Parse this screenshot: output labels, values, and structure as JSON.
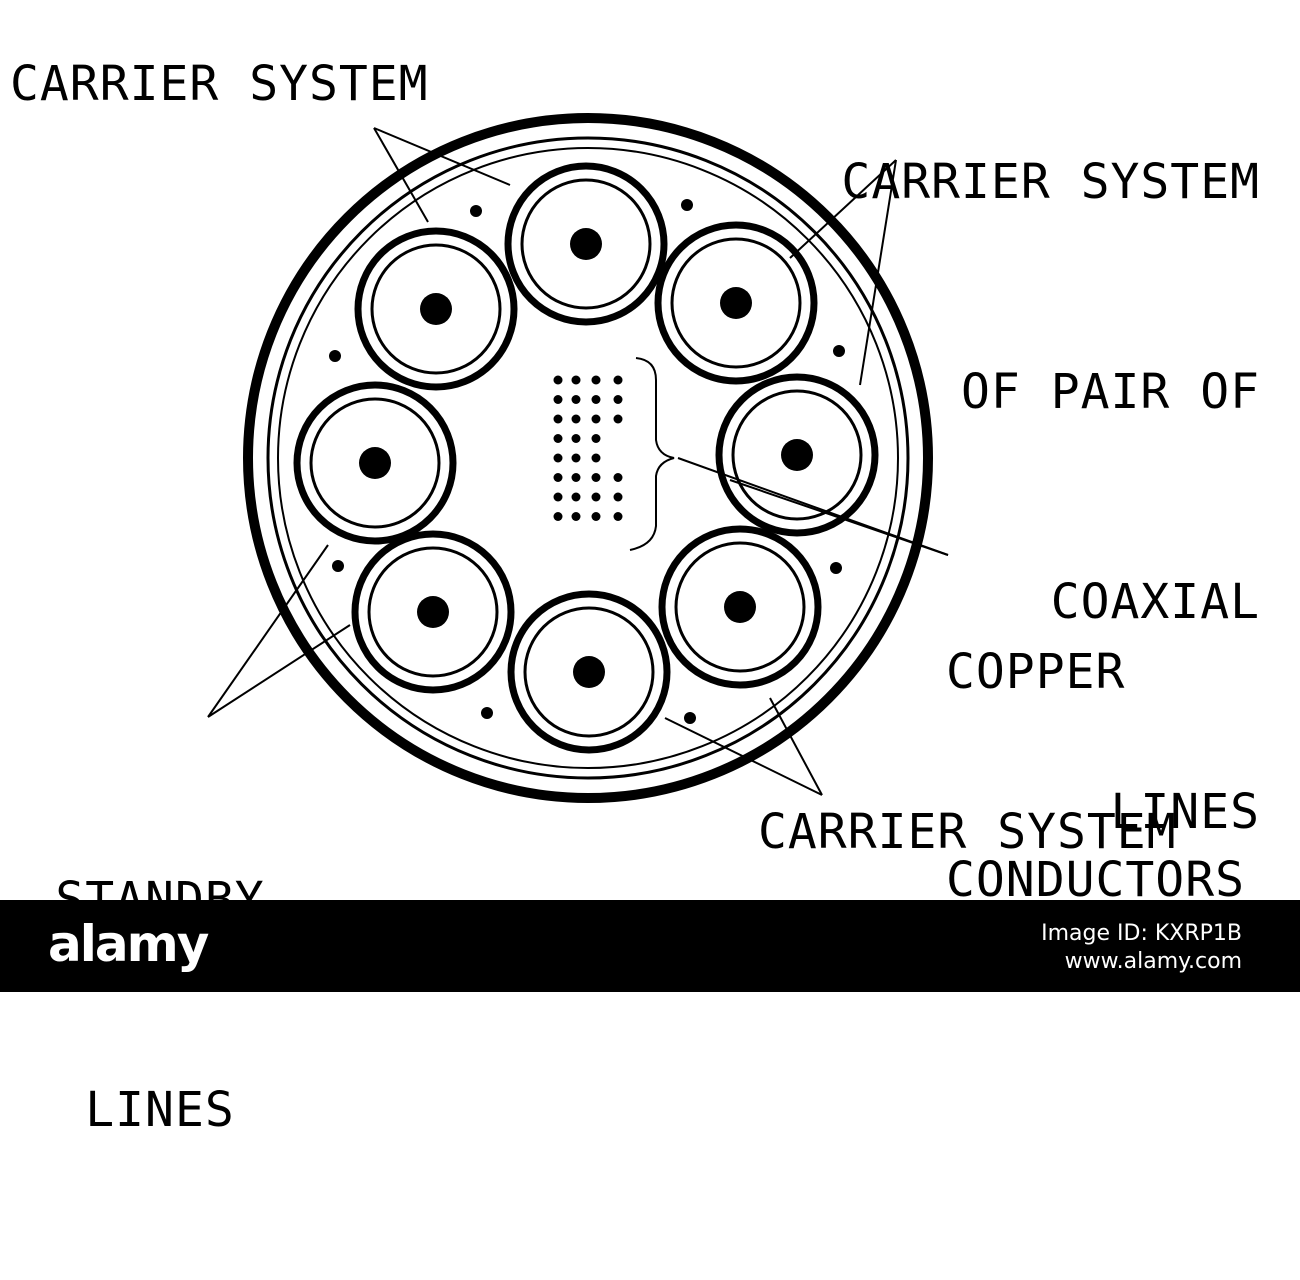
{
  "labels": {
    "carrier_system_top_left": "CARRIER SYSTEM",
    "carrier_system_coaxial": [
      "CARRIER SYSTEM",
      "OF PAIR OF",
      "COAXIAL",
      "LINES"
    ],
    "copper_conductors": [
      "COPPER",
      "CONDUCTORS"
    ],
    "standby_lines": [
      "STANDBY",
      "LINES"
    ],
    "carrier_system_bottom": "CARRIER SYSTEM"
  },
  "footer": {
    "logo": "alamy",
    "image_id": "Image ID: KXRP1B",
    "site": "www.alamy.com"
  },
  "colors": {
    "line": "#000000",
    "background": "#ffffff",
    "footer": "#000000",
    "footer_text": "#ffffff"
  }
}
